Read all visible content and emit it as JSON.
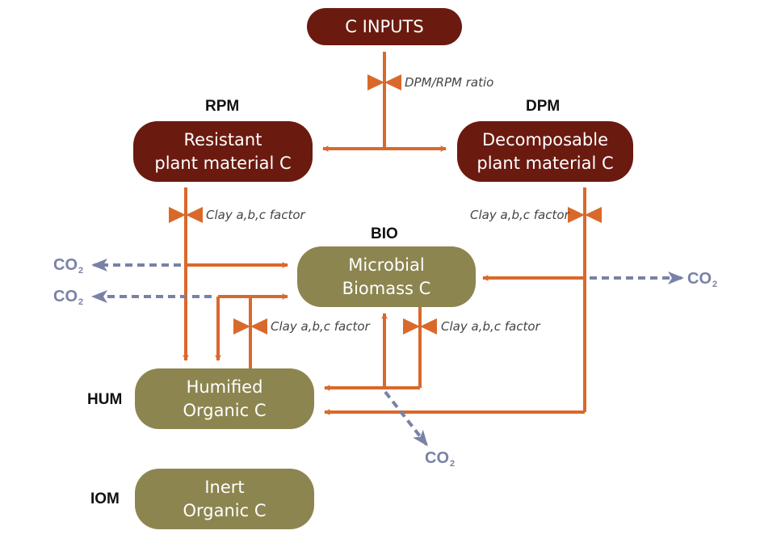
{
  "colors": {
    "dark_pool": "#6b1a10",
    "olive_pool": "#8d8550",
    "flow_arrow": "#d9692b",
    "co2_arrow": "#7a81a6"
  },
  "inputs": {
    "label": "C INPUTS"
  },
  "ratio_label": "DPM/RPM ratio",
  "rpm": {
    "code": "RPM",
    "line1": "Resistant",
    "line2": "plant material C"
  },
  "dpm": {
    "code": "DPM",
    "line1": "Decomposable",
    "line2": "plant material C"
  },
  "bio": {
    "code": "BIO",
    "line1": "Microbial",
    "line2": "Biomass C"
  },
  "hum": {
    "code": "HUM",
    "line1": "Humified",
    "line2": "Organic C"
  },
  "iom": {
    "code": "IOM",
    "line1": "Inert",
    "line2": "Organic C"
  },
  "factors": {
    "rpm": "Clay a,b,c factor",
    "dpm": "Clay a,b,c factor",
    "hum": "Clay a,b,c factor",
    "bio": "Clay a,b,c factor"
  },
  "co2": {
    "text": "CO",
    "sub": "2"
  }
}
